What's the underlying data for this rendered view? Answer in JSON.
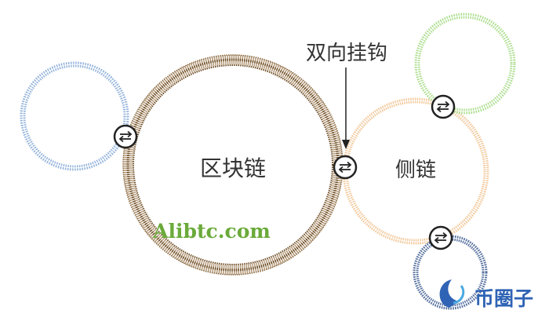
{
  "labels": {
    "main_chain": "区块链",
    "side_chain": "侧链",
    "two_way_peg": "双向挂钩"
  },
  "watermark": {
    "text": "Alibtc.com",
    "color": "#6aaa3a"
  },
  "logo": {
    "text": "币圈子",
    "color": "#2f63b5"
  },
  "colors": {
    "main_chain_outer": "#b49a7a",
    "main_chain_inner": "#6b4a22",
    "side_chain": "#f2c89a",
    "chain_blue": "#8fb0da",
    "chain_green": "#a9dd8a",
    "chain_navy": "#4e6a9a",
    "peg_node_border": "#222222",
    "arrow": "#222222"
  },
  "icons": {
    "peg_node": "two-way-arrows-icon"
  }
}
